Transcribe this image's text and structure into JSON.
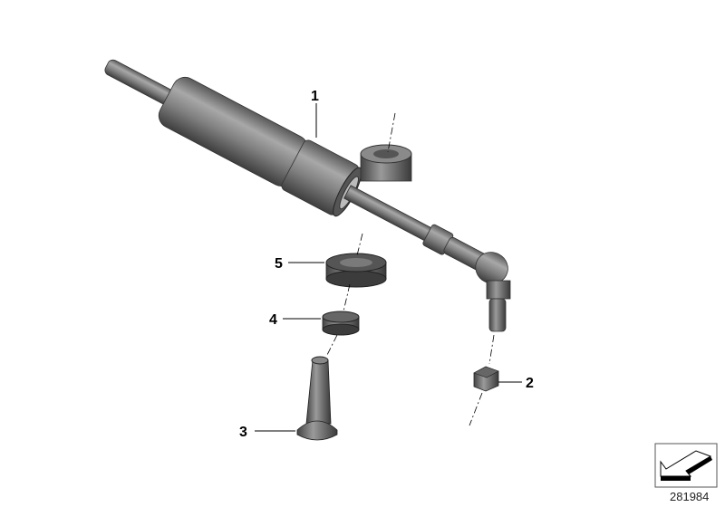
{
  "diagram": {
    "callouts": [
      {
        "number": "1"
      },
      {
        "number": "2"
      },
      {
        "number": "3"
      },
      {
        "number": "4"
      },
      {
        "number": "5"
      }
    ],
    "catalog_number": "281984",
    "nav_icon": "arrow-down-left-icon",
    "colors": {
      "part_gray": "#7a7a7a",
      "part_dark": "#4a4a4a",
      "line": "#000000"
    }
  }
}
